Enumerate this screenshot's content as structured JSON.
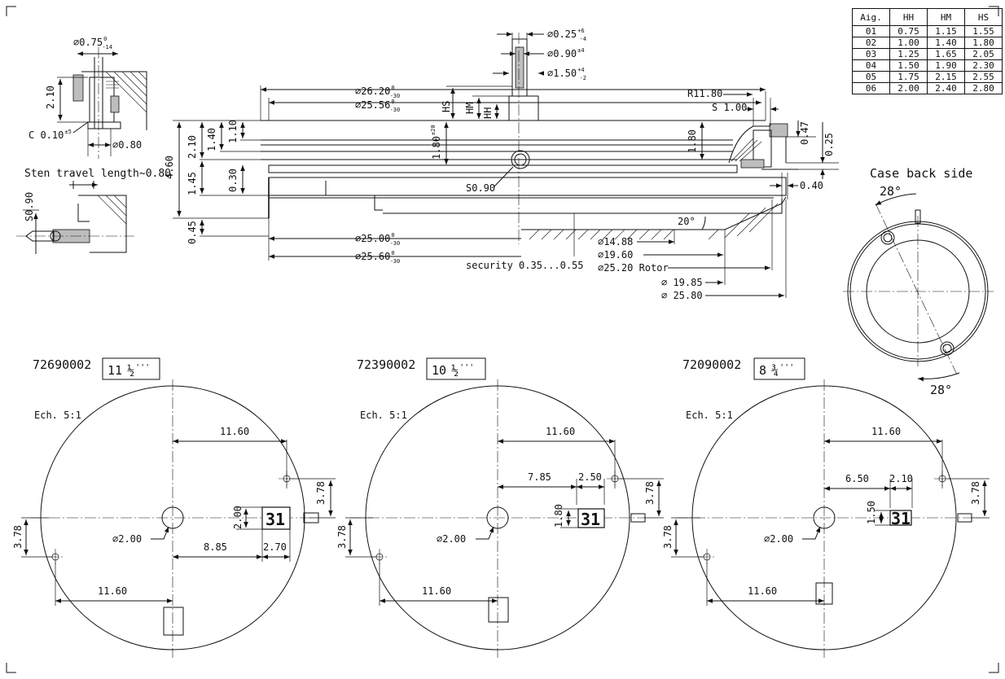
{
  "table": {
    "headers": [
      "Aig.",
      "HH",
      "HM",
      "HS"
    ],
    "rows": [
      [
        "01",
        "0.75",
        "1.15",
        "1.55"
      ],
      [
        "02",
        "1.00",
        "1.40",
        "1.80"
      ],
      [
        "03",
        "1.25",
        "1.65",
        "2.05"
      ],
      [
        "04",
        "1.50",
        "1.90",
        "2.30"
      ],
      [
        "05",
        "1.75",
        "2.15",
        "2.55"
      ],
      [
        "06",
        "2.00",
        "2.40",
        "2.80"
      ]
    ]
  },
  "detail": {
    "d075": "⌀0.75",
    "d075_tol_top": "0",
    "d075_tol_bot": "-14",
    "h210": "2.10",
    "c010": "C 0.10",
    "c010_tol": "±5",
    "d080": "⌀0.80",
    "stem_travel": "Sten travel length~0.80",
    "s090": "S0.90"
  },
  "section": {
    "d025": "⌀0.25",
    "d025_tol_top": "+6",
    "d025_tol_bot": "-4",
    "d090": "⌀0.90",
    "d090_tol": "±4",
    "d150": "⌀1.50",
    "d150_tol_top": "+4",
    "d150_tol_bot": "-2",
    "hs": "HS",
    "hm": "HM",
    "hh": "HH",
    "d2620": "⌀26.20",
    "d2620_tol_top": "0",
    "d2620_tol_bot": "-30",
    "d2556": "⌀25.56",
    "d2556_tol_top": "0",
    "d2556_tol_bot": "-30",
    "v460": "4.60",
    "v210": "2.10",
    "v140": "1.40",
    "v110": "1.10",
    "v145": "1.45",
    "v030": "0.30",
    "v045": "0.45",
    "v180a": "1.80",
    "v180a_tol": "±20",
    "v180b": "1.80",
    "s090": "S0.90",
    "r1180": "R11.80",
    "s100": "S 1.00",
    "v047": "0.47",
    "v025": "0.25",
    "v040": "0.40",
    "angle20": "20°",
    "d2500": "⌀25.00",
    "d2500_tol_top": "0",
    "d2500_tol_bot": "-30",
    "d2560": "⌀25.60",
    "d2560_tol_top": "0",
    "d2560_tol_bot": "-30",
    "security": "security 0.35...0.55",
    "d1488": "⌀14.88",
    "d1960": "⌀19.60",
    "d2520": "⌀25.20 Rotor",
    "d1985": "⌀ 19.85",
    "d2580": "⌀ 25.80"
  },
  "caseback": {
    "title": "Case back side",
    "angle_top": "28°",
    "angle_bot": "28°"
  },
  "calibers": [
    {
      "code": "72690002",
      "size_main": "11",
      "size_frac": "½",
      "size_unit": "'''",
      "scale": "Ech. 5:1",
      "d_top": "11.60",
      "d_bot": "11.60",
      "d_center": "⌀2.00",
      "v_right": "3.78",
      "v_left": "3.78",
      "h_window": "2.00",
      "h_8": "8.85",
      "h_27": "2.70",
      "date": "31"
    },
    {
      "code": "72390002",
      "size_main": "10",
      "size_frac": "½",
      "size_unit": "'''",
      "scale": "Ech. 5:1",
      "d_top": "11.60",
      "d_bot": "11.60",
      "d_center": "⌀2.00",
      "v_right": "3.78",
      "v_left": "3.78",
      "h_window": "1.80",
      "h_a": "7.85",
      "h_b": "2.50",
      "date": "31"
    },
    {
      "code": "72090002",
      "size_main": "8",
      "size_frac": "¾",
      "size_unit": "'''",
      "scale": "Ech. 5:1",
      "d_top": "11.60",
      "d_bot": "11.60",
      "d_center": "⌀2.00",
      "v_right": "3.78",
      "v_left": "3.78",
      "h_window": "1.50",
      "h_a": "6.50",
      "h_b": "2.10",
      "date": "31"
    }
  ]
}
